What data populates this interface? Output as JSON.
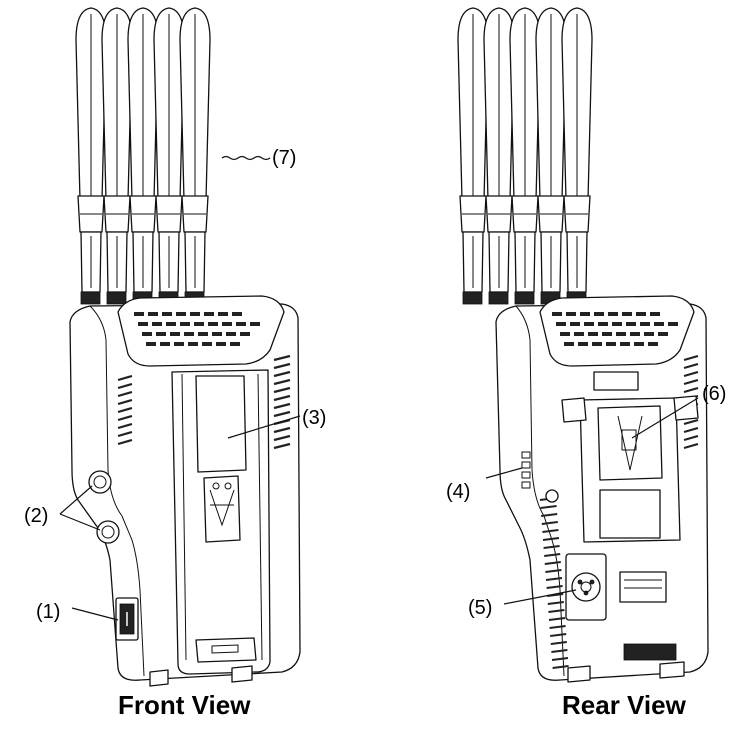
{
  "diagram": {
    "views": [
      {
        "id": "front",
        "caption": "Front View"
      },
      {
        "id": "rear",
        "caption": "Rear View"
      }
    ],
    "callouts": [
      {
        "id": "1",
        "label": "(1)"
      },
      {
        "id": "2",
        "label": "(2)"
      },
      {
        "id": "3",
        "label": "(3)"
      },
      {
        "id": "4",
        "label": "(4)"
      },
      {
        "id": "5",
        "label": "(5)"
      },
      {
        "id": "6",
        "label": "(6)"
      },
      {
        "id": "7",
        "label": "(7)"
      }
    ],
    "colors": {
      "line": "#111111",
      "background": "#ffffff"
    }
  }
}
